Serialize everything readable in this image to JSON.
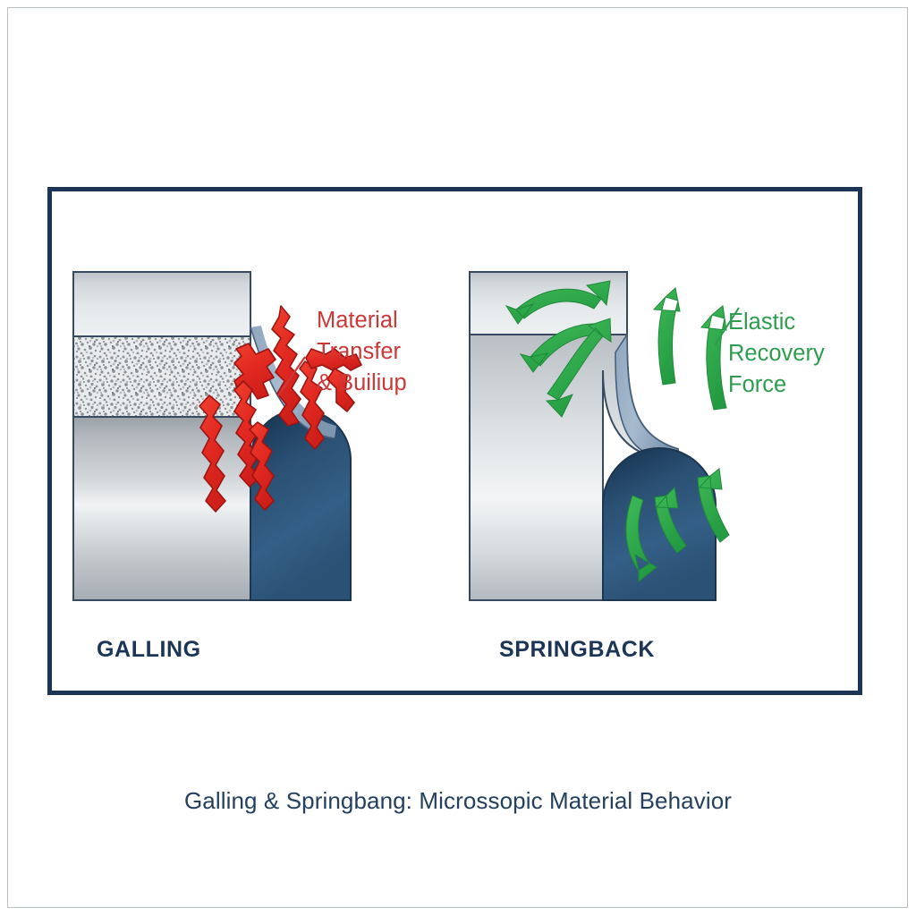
{
  "figure": {
    "caption": "Galling & Springbang: Microssopic Material Behavior",
    "frame_color": "#1c3557",
    "background": "#ffffff"
  },
  "panels": [
    {
      "id": "galling",
      "label": "GALLING",
      "annotation": {
        "lines": [
          "Material",
          "Transfer",
          "& Builiup"
        ],
        "color": "#cc3836",
        "leader": "diagonal-line"
      },
      "layers": [
        {
          "name": "upper-die-block",
          "fill": "smooth-gray-gradient"
        },
        {
          "name": "abrasive-speckled-band",
          "fill": "granular-speckle"
        },
        {
          "name": "lower-metal-block",
          "fill": "metallic-vertical-gradient"
        },
        {
          "name": "punch-nose",
          "fill": "steel-blue-gradient",
          "color": "#2d5579"
        },
        {
          "name": "sheared-sliver",
          "fill": "slate-blue"
        }
      ],
      "damage_marks": {
        "name": "torn-material-streaks",
        "count": 7,
        "color": "#e03127"
      }
    },
    {
      "id": "springback",
      "label": "SPRINGBACK",
      "annotation": {
        "lines": [
          "Elastic",
          "Recovery",
          "Force"
        ],
        "color": "#2e9c4e",
        "leader": "diagonal-line"
      },
      "layers": [
        {
          "name": "upper-die-block",
          "fill": "smooth-gray-gradient"
        },
        {
          "name": "lower-metal-block",
          "fill": "metallic-vertical-gradient"
        },
        {
          "name": "punch-nose",
          "fill": "steel-blue-gradient",
          "color": "#2d5579"
        },
        {
          "name": "bent-sheet-radius",
          "fill": "light-blue-gray"
        }
      ],
      "arrows": {
        "color": "#2eaa4a",
        "in_sheet": 3,
        "above_radius": 2,
        "in_punch": 3,
        "style": "curved"
      }
    }
  ],
  "colors": {
    "navy": "#1c3557",
    "red": "#cc3836",
    "red_streak": "#e03127",
    "green": "#2eaa4a",
    "green_text": "#2e9c4e",
    "punch_blue": "#2d5579",
    "sliver_blue": "#7b93ad",
    "caption_text": "#24405e",
    "outer_rule": "#b9c0c6"
  }
}
